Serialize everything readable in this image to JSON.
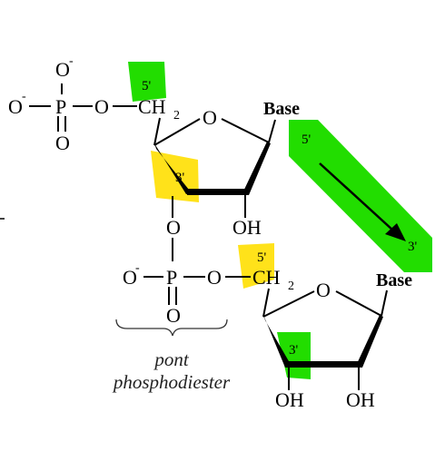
{
  "colors": {
    "green": "#22dd00",
    "yellow": "#ffe21a",
    "stroke": "#000000"
  },
  "atoms": {
    "O_top": "O",
    "minus": "-",
    "O_left": "O",
    "P1": "P",
    "O_ester1": "O",
    "O_bottom1": "O",
    "C": "CH",
    "sub2": "2",
    "O_ring": "O",
    "O_link": "O",
    "OH": "OH",
    "P2": "P",
    "O_left2": "O",
    "O_ester2": "O",
    "O_bottom2": "O",
    "OH3": "OH",
    "OH2": "OH"
  },
  "labels": {
    "base": "Base",
    "five_prime": "5'",
    "three_prime": "3'"
  },
  "caption": {
    "line1": "pont",
    "line2": "phosphodiester"
  }
}
